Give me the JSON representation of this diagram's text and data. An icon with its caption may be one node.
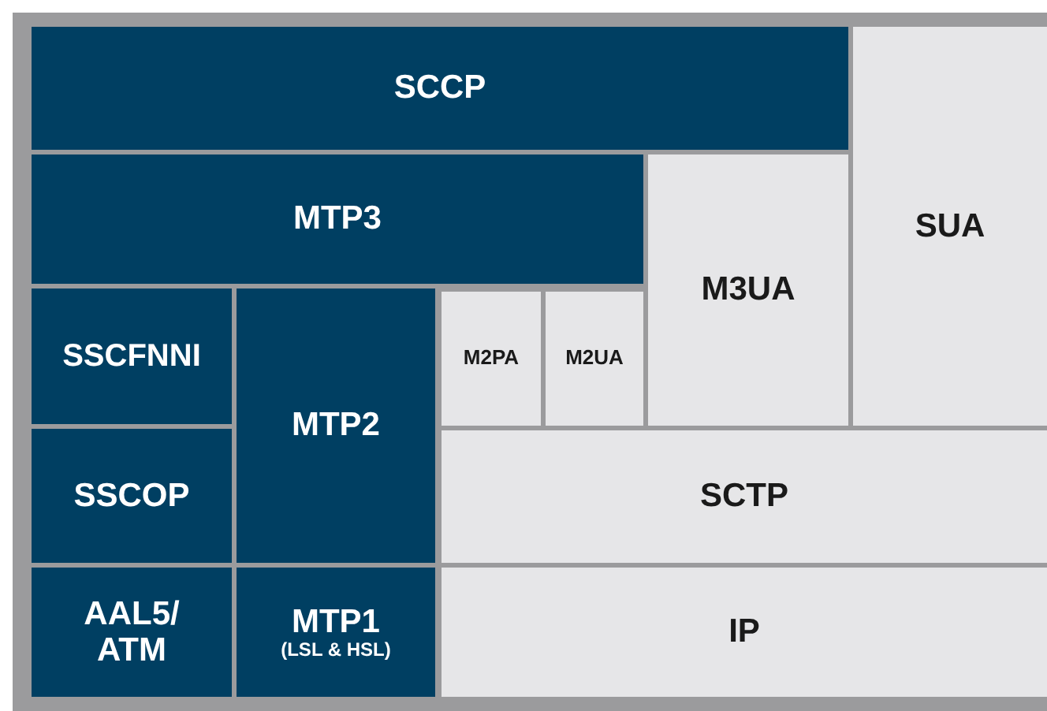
{
  "diagram": {
    "nodes": [
      {
        "text": [
          "SCCP"
        ]
      },
      {
        "text": [
          "SUA"
        ]
      },
      {
        "text": [
          "MTP3"
        ]
      },
      {
        "text": [
          "M3UA"
        ]
      },
      {
        "text": [
          "SSCFNNI"
        ]
      },
      {
        "text": [
          "MTP2"
        ]
      },
      {
        "text": [
          "M2PA"
        ]
      },
      {
        "text": [
          "M2UA"
        ]
      },
      {
        "text": [
          "SSCOP"
        ]
      },
      {
        "text": [
          "SCTP"
        ]
      },
      {
        "text": [
          "AAL5/ ATM"
        ]
      },
      {
        "text": [
          "MTP1",
          "(LSL & HSL)"
        ]
      },
      {
        "text": [
          "IP"
        ]
      }
    ]
  }
}
